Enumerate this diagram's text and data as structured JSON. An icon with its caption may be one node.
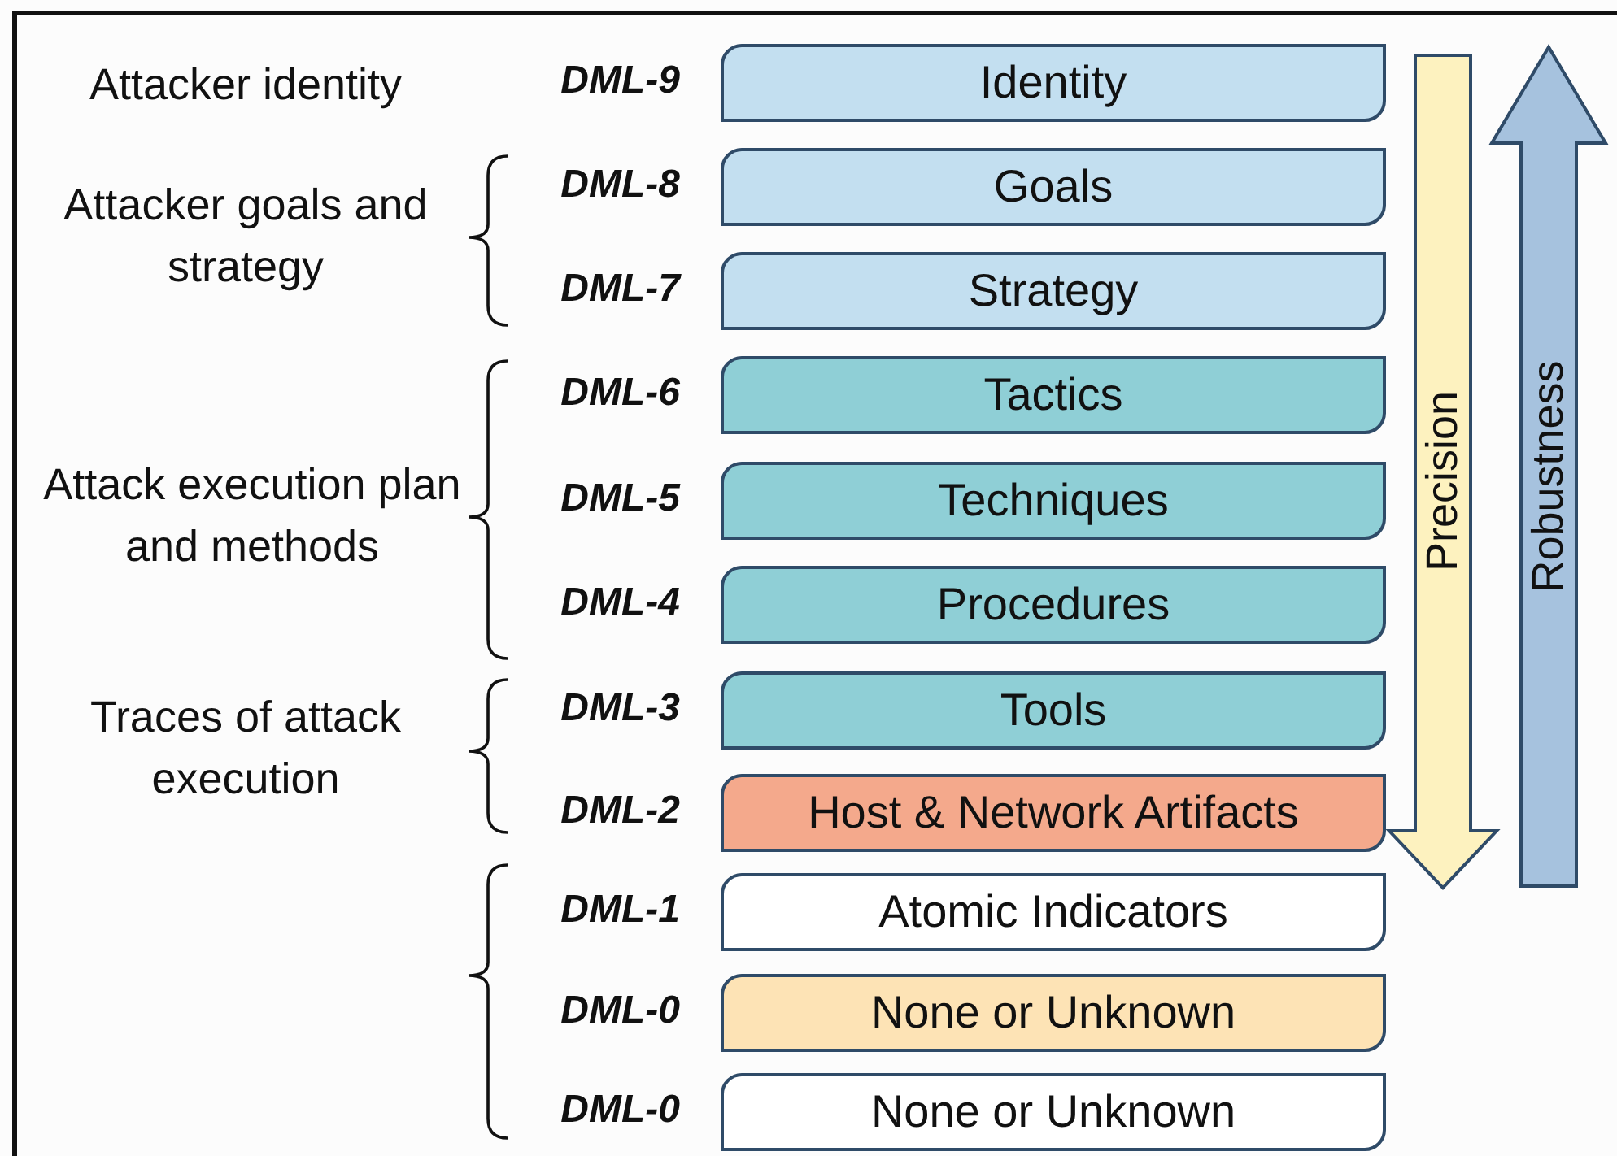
{
  "diagram": {
    "nodes": [
      {
        "text": [
          "Identity"
        ],
        "beside": [
          "DML-9"
        ]
      },
      {
        "text": [
          "Goals"
        ],
        "beside": [
          "DML-8"
        ]
      },
      {
        "text": [
          "Strategy"
        ],
        "beside": [
          "DML-7"
        ]
      },
      {
        "text": [
          "Tactics"
        ],
        "beside": [
          "DML-6"
        ]
      },
      {
        "text": [
          "Techniques"
        ],
        "beside": [
          "DML-5"
        ]
      },
      {
        "text": [
          "Procedures"
        ],
        "beside": [
          "DML-4"
        ]
      },
      {
        "text": [
          "Tools"
        ],
        "beside": [
          "DML-3"
        ]
      },
      {
        "text": [
          "Host & Network Artifacts"
        ],
        "beside": [
          "DML-2"
        ]
      },
      {
        "text": [
          "Atomic Indicators"
        ],
        "beside": [
          "DML-1"
        ]
      },
      {
        "text": [
          "None or Unknown"
        ],
        "beside": [
          "DML-0"
        ]
      },
      {
        "text": [
          "None or Unknown"
        ],
        "beside": [
          "DML-0"
        ]
      },
      {
        "text": [
          "Precision"
        ]
      },
      {
        "text": [
          "Robustness"
        ]
      }
    ],
    "labels": [
      "Attacker identity",
      "Attacker goals and strategy",
      "Attack execution plan and methods",
      "Traces of attack execution"
    ]
  }
}
